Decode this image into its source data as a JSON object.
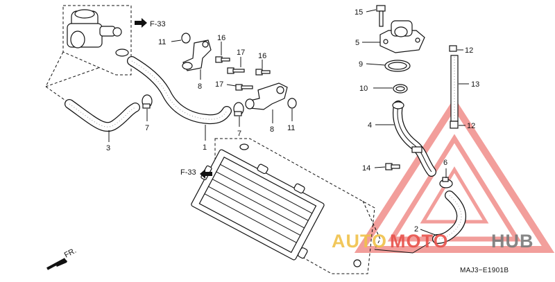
{
  "diagram": {
    "code": "MAJ3−E1901B",
    "front_label": "FR.",
    "watermark": {
      "part1": "AUTO",
      "part2": "MOTO",
      "part3": "HUB"
    },
    "refs": {
      "top": "F-33",
      "left": "F-33"
    },
    "callouts": {
      "p1": "1",
      "p2": "2",
      "p3": "3",
      "p4": "4",
      "p5": "5",
      "p6": "6",
      "p7a": "7",
      "p7b": "7",
      "p8a": "8",
      "p8b": "8",
      "p9": "9",
      "p10": "10",
      "p11a": "11",
      "p11b": "11",
      "p12a": "12",
      "p12b": "12",
      "p13": "13",
      "p14": "14",
      "p15": "15",
      "p16a": "16",
      "p16b": "16",
      "p17a": "17",
      "p17b": "17"
    }
  }
}
